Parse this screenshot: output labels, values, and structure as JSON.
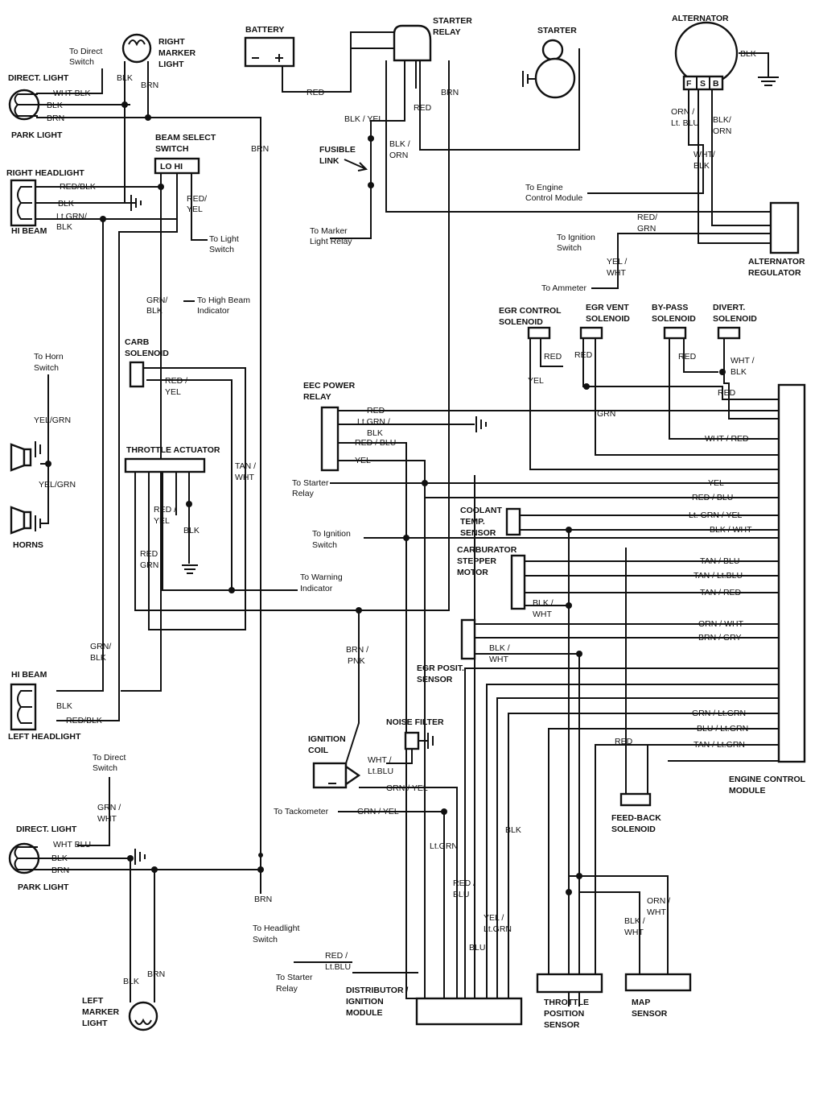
{
  "components": {
    "battery": "BATTERY",
    "starter_relay": [
      "STARTER",
      "RELAY"
    ],
    "starter": "STARTER",
    "alternator": "ALTERNATOR",
    "alternator_terminals": [
      "F",
      "S",
      "B"
    ],
    "alternator_regulator": [
      "ALTERNATOR",
      "REGULATOR"
    ],
    "direct_light_right": "DIRECT. LIGHT",
    "park_light_right": "PARK LIGHT",
    "right_marker_light": [
      "RIGHT",
      "MARKER",
      "LIGHT"
    ],
    "beam_select_switch": [
      "BEAM SELECT",
      "SWITCH"
    ],
    "beam_select_positions": "LO HI",
    "right_headlight": "RIGHT HEADLIGHT",
    "hi_beam_right": "HI BEAM",
    "carb_solenoid": [
      "CARB",
      "SOLENOID"
    ],
    "throttle_actuator": "THROTTLE ACTUATOR",
    "horns": "HORNS",
    "hi_beam_left": "HI BEAM",
    "left_headlight": "LEFT HEADLIGHT",
    "direct_light_left": "DIRECT. LIGHT",
    "park_light_left": "PARK LIGHT",
    "left_marker_light": [
      "LEFT",
      "MARKER",
      "LIGHT"
    ],
    "eec_power_relay": [
      "EEC POWER",
      "RELAY"
    ],
    "fusible_link": [
      "FUSIBLE",
      "LINK"
    ],
    "egr_control_solenoid": [
      "EGR CONTROL",
      "SOLENOID"
    ],
    "egr_vent_solenoid": [
      "EGR VENT",
      "SOLENOID"
    ],
    "bypass_solenoid": [
      "BY-PASS",
      "SOLENOID"
    ],
    "divert_solenoid": [
      "DIVERT.",
      "SOLENOID"
    ],
    "coolant_temp_sensor": [
      "COOLANT",
      "TEMP.",
      "SENSOR"
    ],
    "carburator_stepper_motor": [
      "CARBURATOR",
      "STEPPER",
      "MOTOR"
    ],
    "egr_posit_sensor": [
      "EGR POSIT.",
      "SENSOR"
    ],
    "noise_filter": "NOISE FILTER",
    "ignition_coil": [
      "IGNITION",
      "COIL"
    ],
    "engine_control_module": [
      "ENGINE CONTROL",
      "MODULE"
    ],
    "feed_back_solenoid": [
      "FEED-BACK",
      "SOLENOID"
    ],
    "distributor_ignition_module": [
      "DISTRIBUTOR /",
      "IGNITION",
      "MODULE"
    ],
    "throttle_position_sensor": [
      "THROTTLE",
      "POSITION",
      "SENSOR"
    ],
    "map_sensor": [
      "MAP",
      "SENSOR"
    ]
  },
  "destinations": {
    "direct_switch_top": [
      "To Direct",
      "Switch"
    ],
    "light_switch": [
      "To Light",
      "Switch"
    ],
    "high_beam_indicator": [
      "To High Beam",
      "Indicator"
    ],
    "horn_switch": [
      "To Horn",
      "Switch"
    ],
    "marker_light_relay": [
      "To Marker",
      "Light Relay"
    ],
    "engine_control_module": [
      "To Engine",
      "Control Module"
    ],
    "ignition_switch_top": [
      "To Ignition",
      "Switch"
    ],
    "ammeter": "To Ammeter",
    "starter_relay_mid": [
      "To Starter",
      "Relay"
    ],
    "ignition_switch_mid": [
      "To Ignition",
      "Switch"
    ],
    "warning_indicator": [
      "To Warning",
      "Indicator"
    ],
    "direct_switch_bottom": [
      "To Direct",
      "Switch"
    ],
    "tackometer": "To Tackometer",
    "headlight_switch": [
      "To Headlight",
      "Switch"
    ],
    "starter_relay_bottom": [
      "To Starter",
      "Relay"
    ]
  },
  "wires": {
    "wht_blk_top": "WHT  BLK",
    "blk": "BLK",
    "brn": "BRN",
    "red": "RED",
    "red_blk": "RED/BLK",
    "ltgrn_blk": [
      "Lt.GRN/",
      "BLK"
    ],
    "red_yel": [
      "RED/",
      "YEL"
    ],
    "grn_blk": [
      "GRN/",
      "BLK"
    ],
    "red_yel_slash": [
      "RED /",
      "YEL"
    ],
    "yel_grn": "YEL/GRN",
    "tan_wht": [
      "TAN /",
      "WHT"
    ],
    "red_grn": [
      "RED",
      "GRN"
    ],
    "blk_yel": "BLK / YEL",
    "blk_orn": [
      "BLK /",
      "ORN"
    ],
    "orn_ltblu": [
      "ORN /",
      "Lt. BLU"
    ],
    "blk_orn_alt": [
      "BLK/",
      "ORN"
    ],
    "wht_blk": [
      "WHT/",
      "BLK"
    ],
    "red_grn_slash": [
      "RED/",
      "GRN"
    ],
    "yel_wht": [
      "YEL /",
      "WHT"
    ],
    "yel": "YEL",
    "grn": "GRN",
    "wht_blk_slash": [
      "WHT /",
      "BLK"
    ],
    "ltgrn_blk_slash": [
      "Lt.GRN /",
      "BLK"
    ],
    "red_blu": "RED / BLU",
    "wht_red": "WHT / RED",
    "ltgrn_yel": "Lt. GRN / YEL",
    "blk_wht": "BLK / WHT",
    "tan_blu": "TAN / BLU",
    "tan_ltblu": "TAN / Lt.BLU",
    "tan_red": "TAN / RED",
    "orn_wht": "ORN / WHT",
    "brn_gry": "BRN / GRY",
    "blk_wht_stack": [
      "BLK /",
      "WHT"
    ],
    "grn_ltgrn": "GRN / Lt.GRN",
    "blu_ltgrn": "BLU / Lt.GRN",
    "tan_ltgrn": "TAN / Lt.GRN",
    "brn_pnk": [
      "BRN /",
      "PNK"
    ],
    "wht_ltblu": [
      "WHT /",
      "Lt.BLU"
    ],
    "grn_yel": "GRN / YEL",
    "ltgrn": "Lt.GRN",
    "grn_wht": [
      "GRN /",
      "WHT"
    ],
    "wht_blu": "WHT  BLU",
    "red_blu_stack": [
      "RED /",
      "BLU"
    ],
    "yel_ltgrn": [
      "YEL /",
      "Lt.GRN"
    ],
    "blu": "BLU",
    "orn_wht_stack": [
      "ORN /",
      "WHT"
    ],
    "red_ltblu": [
      "RED /",
      "Lt.BLU"
    ]
  }
}
